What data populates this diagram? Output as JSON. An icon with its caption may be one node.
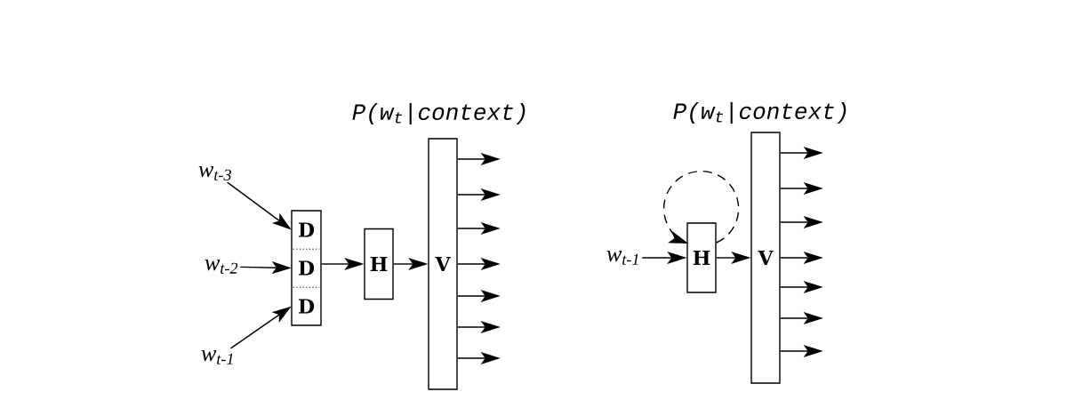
{
  "diagram": {
    "nodes": [
      {
        "text": [
          "w$_{t-3}$"
        ]
      },
      {
        "text": [
          "w$_{t-2}$"
        ]
      },
      {
        "text": [
          "w$_{t-1}$"
        ]
      },
      {
        "text": [],
        "shape": "box"
      },
      {
        "text": [
          "D"
        ],
        "in": 3
      },
      {
        "text": [
          "D"
        ],
        "in": 3
      },
      {
        "text": [
          "D"
        ],
        "in": 3
      },
      {
        "text": [
          "H"
        ]
      },
      {
        "text": [
          "V"
        ],
        "beside": [
          "P(w$_{t}$|context)"
        ]
      },
      {
        "text": [
          "w$_{t-1}$"
        ]
      },
      {
        "text": [
          "H"
        ]
      },
      {
        "text": [
          "V"
        ],
        "beside": [
          "P(w$_{t}$|context)"
        ]
      }
    ],
    "edges": [
      {
        "from": 0,
        "to": 4,
        "arrow": "to"
      },
      {
        "from": 1,
        "to": 5,
        "arrow": "to"
      },
      {
        "from": 2,
        "to": 6,
        "arrow": "to"
      },
      {
        "from": 3,
        "to": 7,
        "arrow": "to"
      },
      {
        "from": 7,
        "to": 8,
        "arrow": "to"
      },
      {
        "from": 8,
        "to": null,
        "arrow": "to"
      },
      {
        "from": 8,
        "to": null,
        "arrow": "to"
      },
      {
        "from": 8,
        "to": null,
        "arrow": "to"
      },
      {
        "from": 8,
        "to": null,
        "arrow": "to"
      },
      {
        "from": 8,
        "to": null,
        "arrow": "to"
      },
      {
        "from": 8,
        "to": null,
        "arrow": "to"
      },
      {
        "from": 8,
        "to": null,
        "arrow": "to"
      },
      {
        "from": 9,
        "to": 10,
        "arrow": "to"
      },
      {
        "from": 10,
        "to": 10,
        "arrow": "to",
        "style": "dashed"
      },
      {
        "from": 10,
        "to": 11,
        "arrow": "to"
      },
      {
        "from": 11,
        "to": null,
        "arrow": "to"
      },
      {
        "from": 11,
        "to": null,
        "arrow": "to"
      },
      {
        "from": 11,
        "to": null,
        "arrow": "to"
      },
      {
        "from": 11,
        "to": null,
        "arrow": "to"
      },
      {
        "from": 11,
        "to": null,
        "arrow": "to"
      },
      {
        "from": 11,
        "to": null,
        "arrow": "to"
      },
      {
        "from": 11,
        "to": null,
        "arrow": "to"
      }
    ]
  }
}
